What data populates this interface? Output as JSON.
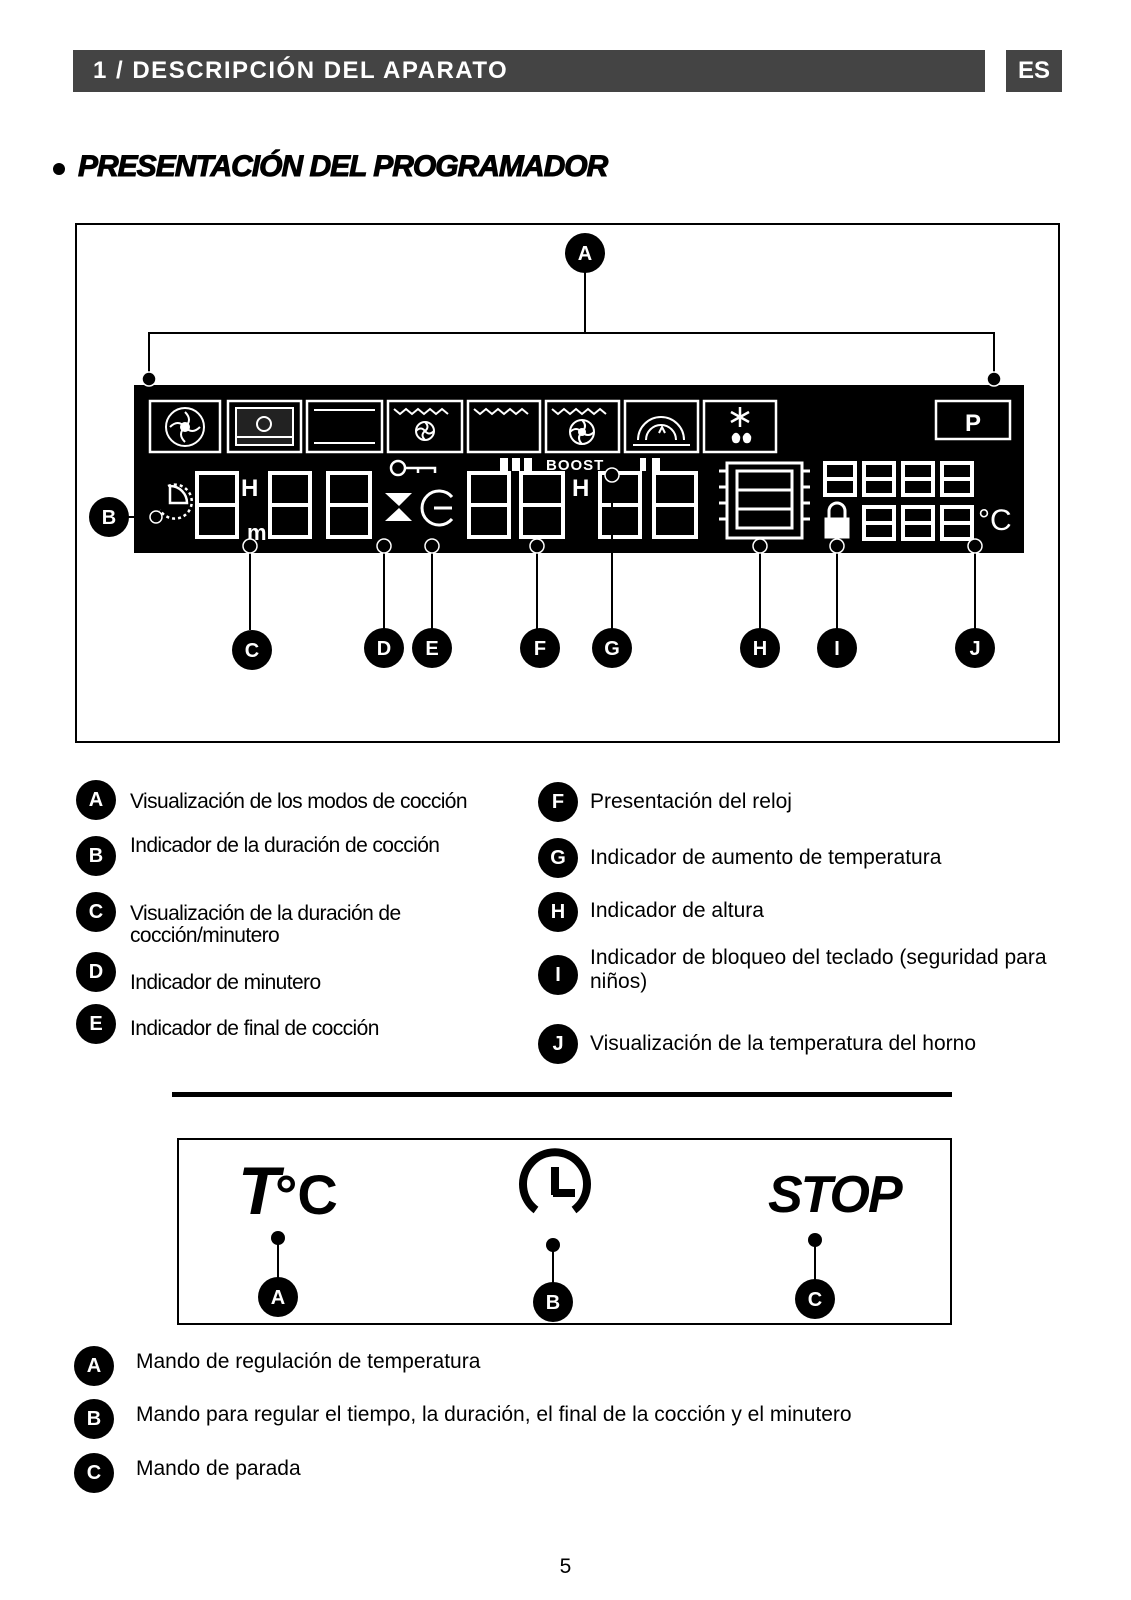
{
  "header": {
    "title": "1 / DESCRIPCIÓN DEL APARATO",
    "lang": "ES"
  },
  "section": {
    "title": "PRESENTACIÓN DEL PROGRAMADOR"
  },
  "display_diagram": {
    "labels": [
      "A",
      "B",
      "C",
      "D",
      "E",
      "F",
      "G",
      "H",
      "I",
      "J"
    ],
    "lcd_text": {
      "h1": "H",
      "m": "m",
      "boost": "BOOST",
      "h2": "H",
      "p": "P",
      "deg": "°C"
    }
  },
  "display_legend": [
    {
      "letter": "A",
      "text": "Visualización de los modos de cocción"
    },
    {
      "letter": "B",
      "text": "Indicador de la duración de cocción"
    },
    {
      "letter": "C",
      "text": "Visualización de la duración de cocción/minutero"
    },
    {
      "letter": "D",
      "text": "Indicador de minutero"
    },
    {
      "letter": "E",
      "text": "Indicador de final de cocción"
    },
    {
      "letter": "F",
      "text": "Presentación del reloj"
    },
    {
      "letter": "G",
      "text": "Indicador de aumento de temperatura"
    },
    {
      "letter": "H",
      "text": "Indicador de altura"
    },
    {
      "letter": "I",
      "text": "Indicador de bloqueo del teclado (seguridad para niños)"
    },
    {
      "letter": "J",
      "text": "Visualización de la temperatura del horno"
    }
  ],
  "controls_diagram": {
    "temp_T": "T",
    "temp_C": "°C",
    "stop_text": "STOP",
    "labels": [
      "A",
      "B",
      "C"
    ]
  },
  "controls_legend": [
    {
      "letter": "A",
      "text": "Mando de regulación de temperatura"
    },
    {
      "letter": "B",
      "text": "Mando para regular el tiempo, la duración, el final de la cocción y el minutero"
    },
    {
      "letter": "C",
      "text": "Mando de parada"
    }
  ],
  "page_number": "5"
}
